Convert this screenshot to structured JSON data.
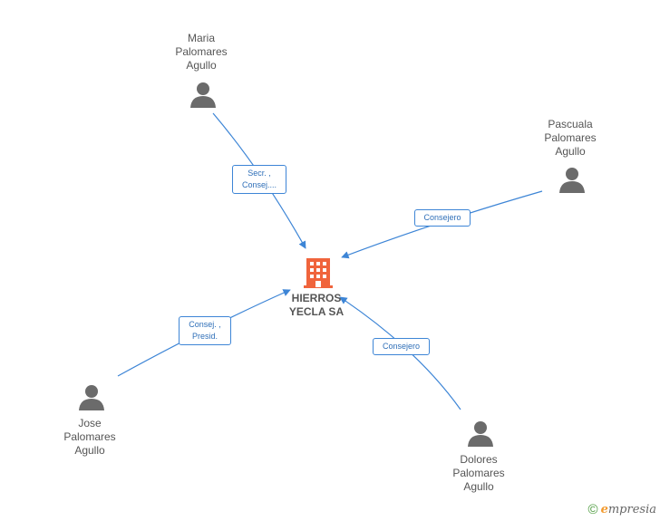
{
  "company": {
    "name_line1": "HIERROS",
    "name_line2": "YECLA SA",
    "color": "#f0643c"
  },
  "people": [
    {
      "id": "maria",
      "lines": [
        "Maria",
        "Palomares",
        "Agullo"
      ]
    },
    {
      "id": "pascuala",
      "lines": [
        "Pascuala",
        "Palomares",
        "Agullo"
      ]
    },
    {
      "id": "jose",
      "lines": [
        "Jose",
        "Palomares",
        "Agullo"
      ]
    },
    {
      "id": "dolores",
      "lines": [
        "Dolores",
        "Palomares",
        "Agullo"
      ]
    }
  ],
  "relations": [
    {
      "from": "maria",
      "lines": [
        "Secr. ,",
        "Consej...."
      ]
    },
    {
      "from": "pascuala",
      "lines": [
        "Consejero"
      ]
    },
    {
      "from": "jose",
      "lines": [
        "Consej. ,",
        "Presid."
      ]
    },
    {
      "from": "dolores",
      "lines": [
        "Consejero"
      ]
    }
  ],
  "footer": {
    "copyright": "©",
    "brand_e": "e",
    "brand_rest": "mpresia"
  },
  "colors": {
    "edge": "#3d85d6",
    "person_icon": "#6b6b6b",
    "label_text": "#555555"
  }
}
